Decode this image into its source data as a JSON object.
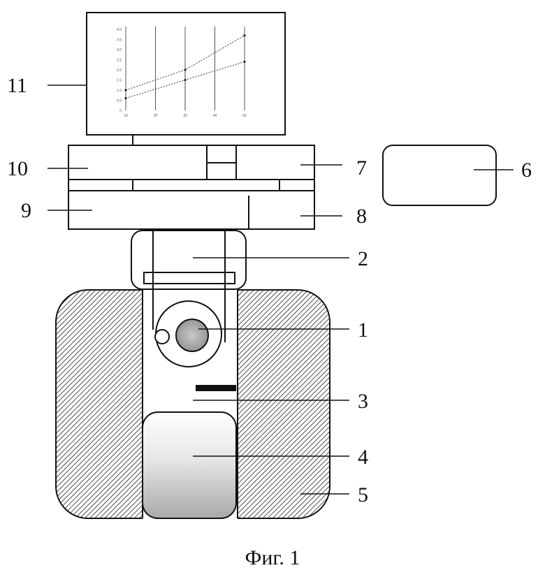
{
  "figure": {
    "caption": "Фиг. 1",
    "labels": {
      "part1": "1",
      "part2": "2",
      "part3": "3",
      "part4": "4",
      "part5": "5",
      "part6": "6",
      "part7": "7",
      "part8": "8",
      "part9": "9",
      "part10": "10",
      "part11": "11"
    }
  },
  "chart_data": {
    "type": "line",
    "title": "",
    "xlabel": "",
    "ylabel": "",
    "xlim": [
      10,
      50
    ],
    "ylim": [
      0,
      4.0
    ],
    "x_ticks": [
      "10",
      "20",
      "30",
      "40",
      "50"
    ],
    "y_ticks": [
      "0",
      "0.5",
      "1.0",
      "1.5",
      "2.0",
      "2.5",
      "3.0",
      "3.5",
      "4.0"
    ],
    "series": [
      {
        "x": [
          10,
          30,
          50
        ],
        "y": [
          1.0,
          2.0,
          3.7
        ]
      },
      {
        "x": [
          10,
          30,
          50
        ],
        "y": [
          0.6,
          1.5,
          2.4
        ]
      }
    ]
  }
}
